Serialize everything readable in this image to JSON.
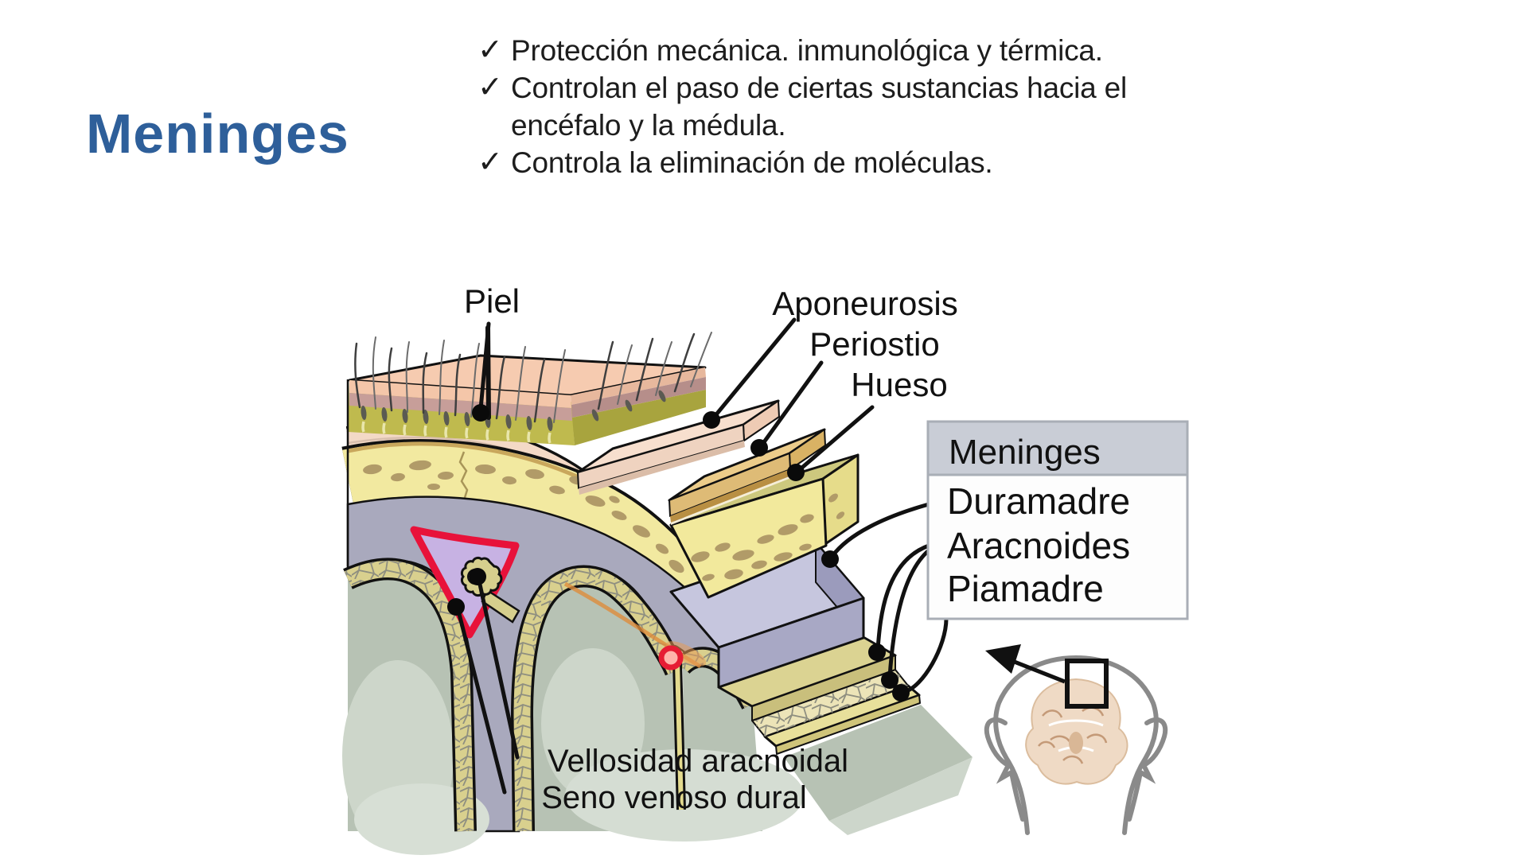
{
  "slide": {
    "title": "Meninges",
    "check": "✓",
    "bullets": [
      {
        "lines": [
          "Protección mecánica. inmunológica y térmica."
        ]
      },
      {
        "lines": [
          "Controlan el paso de ciertas sustancias hacia el",
          "encéfalo y la médula."
        ]
      },
      {
        "lines": [
          "Controla la eliminación de moléculas."
        ]
      }
    ]
  },
  "diagram": {
    "labels": {
      "piel": "Piel",
      "aponeurosis": "Aponeurosis",
      "periostio": "Periostio",
      "hueso": "Hueso",
      "vellosidad": "Vellosidad aracnoidal",
      "seno": "Seno venoso dural"
    },
    "legend": {
      "title": "Meninges",
      "items": [
        "Duramadre",
        "Aracnoides",
        "Piamadre"
      ]
    },
    "colors": {
      "title_accent": "#2e5f9a",
      "skin_top": "#f6cbb0",
      "dermis": "#c79e99",
      "subcutaneous": "#bfba4e",
      "aponeurosis_layer": "#f7dfce",
      "periosteum_layer": "#eccc8a",
      "bone_layer": "#f2e99c",
      "dura_layer": "#c6c6de",
      "arachnoid_layer": "#dbd392",
      "pia_layer": "#e8e09b",
      "brain": "#b7c2b4",
      "sinus_fill": "#c7b2e3",
      "sinus_border": "#e8123a",
      "legend_header_bg": "#c9cdd6"
    }
  }
}
